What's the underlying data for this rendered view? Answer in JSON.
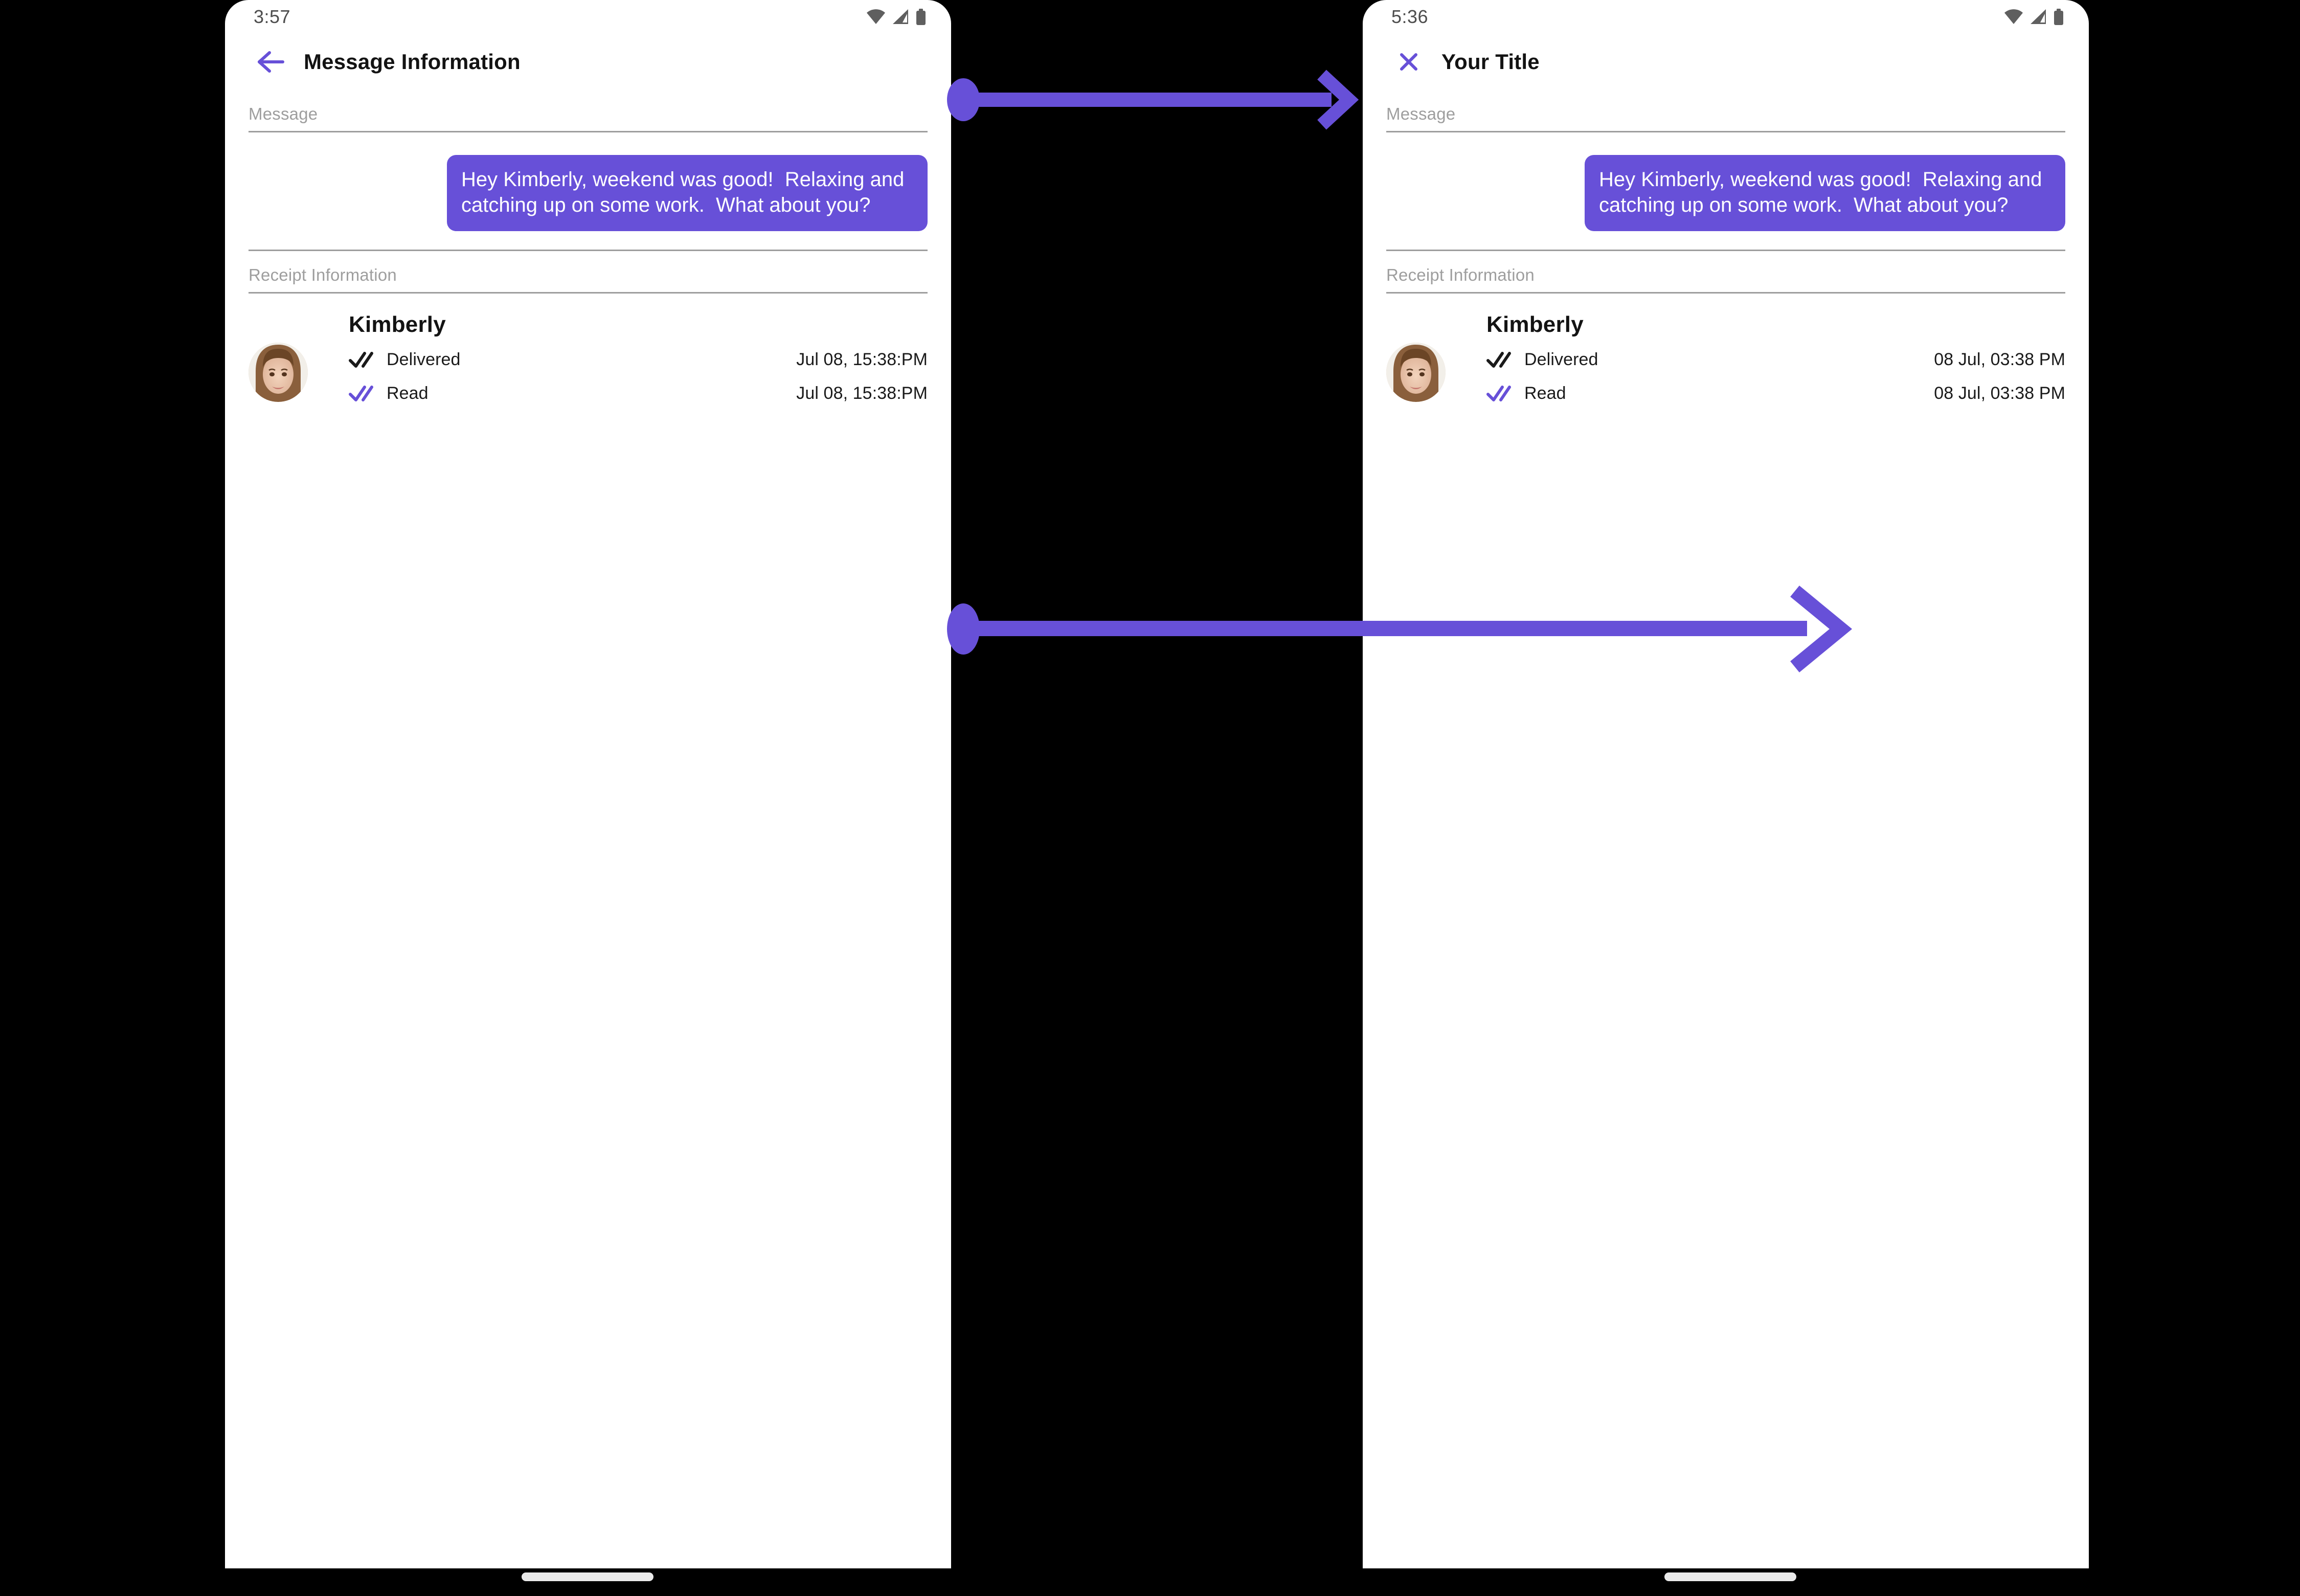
{
  "canvas": {
    "background": "#000000",
    "accent_color": "#6750D8"
  },
  "panels": [
    {
      "id": "before",
      "status_bar": {
        "time": "3:57",
        "icons": [
          "wifi-icon",
          "cell-signal-icon",
          "battery-icon"
        ]
      },
      "app_bar": {
        "nav_icon": "back-arrow-icon",
        "title": "Message Information"
      },
      "sections": {
        "message_label": "Message",
        "receipt_label": "Receipt Information"
      },
      "message": {
        "text": "Hey Kimberly, weekend was good!  Relaxing and catching up on some work.  What about you?",
        "bubble_color": "#6750D8",
        "text_color": "#ffffff"
      },
      "receipt": {
        "contact_name": "Kimberly",
        "avatar": "contact-photo",
        "rows": [
          {
            "icon": "double-check-icon",
            "icon_color": "#1a1a1a",
            "status": "Delivered",
            "timestamp": "Jul 08, 15:38:PM"
          },
          {
            "icon": "double-check-icon",
            "icon_color": "#6750D8",
            "status": "Read",
            "timestamp": "Jul 08, 15:38:PM"
          }
        ]
      }
    },
    {
      "id": "after",
      "status_bar": {
        "time": "5:36",
        "icons": [
          "wifi-icon",
          "cell-signal-icon",
          "battery-icon"
        ]
      },
      "app_bar": {
        "nav_icon": "close-icon",
        "title": "Your Title"
      },
      "sections": {
        "message_label": "Message",
        "receipt_label": "Receipt Information"
      },
      "message": {
        "text": "Hey Kimberly, weekend was good!  Relaxing and catching up on some work.  What about you?",
        "bubble_color": "#6750D8",
        "text_color": "#ffffff"
      },
      "receipt": {
        "contact_name": "Kimberly",
        "avatar": "contact-photo",
        "rows": [
          {
            "icon": "double-check-icon",
            "icon_color": "#1a1a1a",
            "status": "Delivered",
            "timestamp": "08 Jul, 03:38 PM"
          },
          {
            "icon": "double-check-icon",
            "icon_color": "#6750D8",
            "status": "Read",
            "timestamp": "08 Jul, 03:38 PM"
          }
        ]
      }
    }
  ],
  "annotations": [
    {
      "id": "title-change-arrow",
      "type": "arrow",
      "color": "#6750D8",
      "note": ""
    },
    {
      "id": "timestamp-change-arrow",
      "type": "arrow",
      "color": "#6750D8",
      "note": ""
    }
  ]
}
